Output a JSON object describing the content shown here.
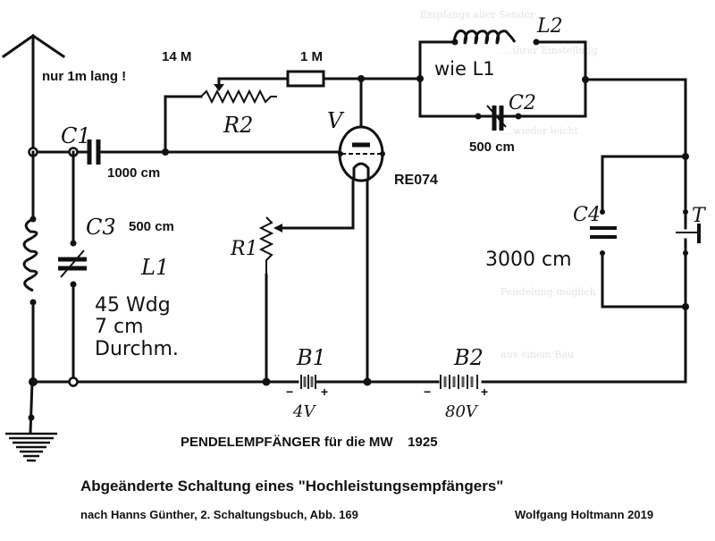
{
  "labels": {
    "antenna_note": "nur 1m lang !",
    "r2_value": "14 M",
    "r_fixed_value": "1 M",
    "l2_note": "wie L1",
    "c2_value": "500 cm",
    "c1_value": "1000 cm",
    "tube_type": "RE074",
    "c3_value": "500 cm",
    "l1_turns": "45 Wdg",
    "l1_diameter": "7 cm",
    "l1_diameter_label": "Durchm.",
    "c4_value": "3000 cm",
    "b1_voltage": "4V",
    "b2_voltage": "80V"
  },
  "designators": {
    "c1": "C1",
    "c2": "C2",
    "c3": "C3",
    "c4": "C4",
    "l1": "L1",
    "l2": "L2",
    "r1": "R1",
    "r2": "R2",
    "b1": "B1",
    "b2": "B2",
    "v": "V",
    "t": "T",
    "minus": "−",
    "plus": "+"
  },
  "captions": {
    "title": "PENDELEMPFÄNGER für die MW    1925",
    "subtitle": "Abgeänderte Schaltung eines \"Hochleistungsempfängers\"",
    "source": "nach Hanns Günther, 2. Schaltungsbuch, Abb. 169",
    "author": "Wolfgang Holtmann 2019"
  }
}
